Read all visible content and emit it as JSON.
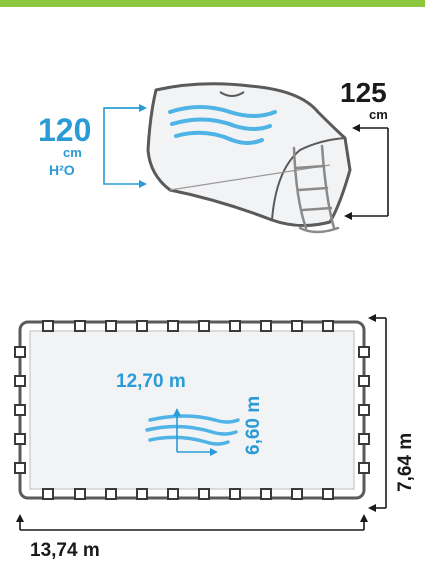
{
  "colors": {
    "accent_bar": "#8dc63f",
    "water_blue": "#2a9bd6",
    "outline": "#5a5a5a",
    "text_dark": "#1a1a1a"
  },
  "side_view": {
    "depth_value": "120",
    "depth_unit": "cm",
    "depth_water": "H²O",
    "height_value": "125",
    "height_unit": "cm"
  },
  "top_view": {
    "pool_length": "12,70 m",
    "pool_width": "6,60 m",
    "overall_width": "7,64 m",
    "overall_length": "13,74 m"
  }
}
